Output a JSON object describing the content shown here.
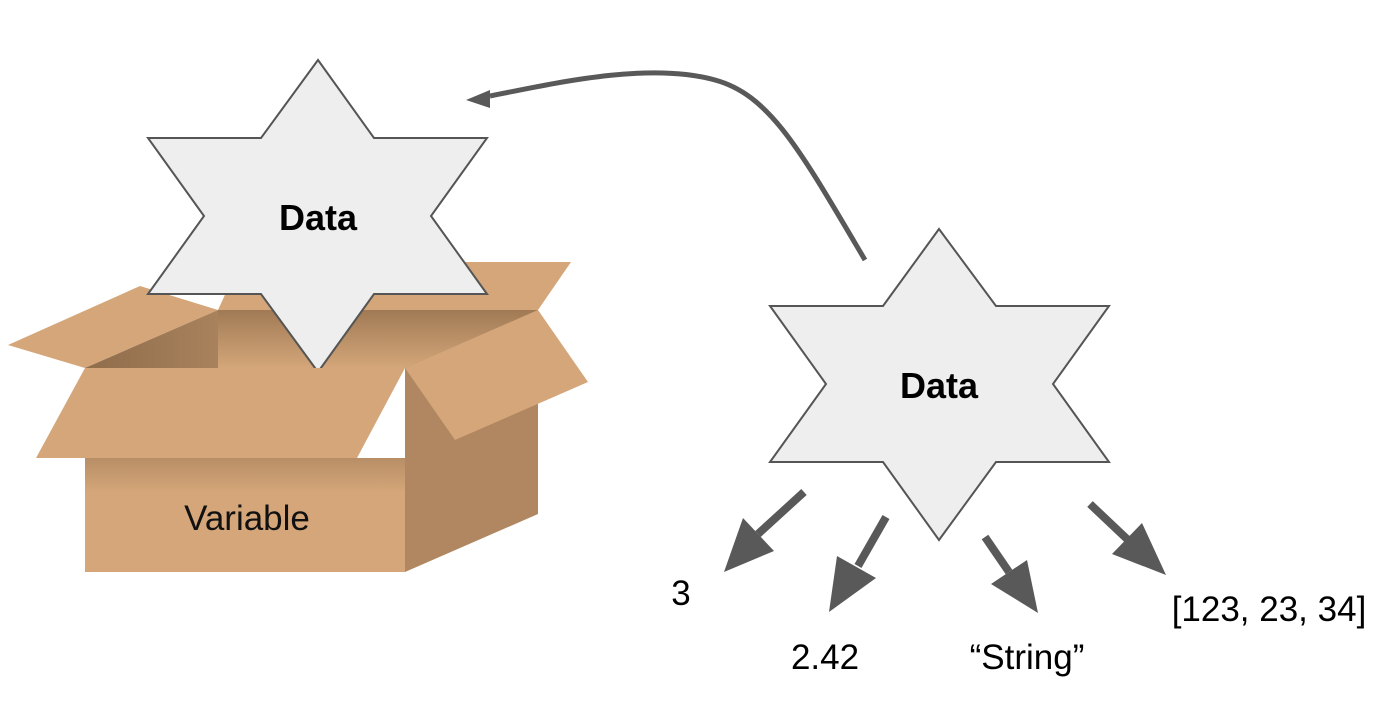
{
  "box": {
    "label": "Variable",
    "colors": {
      "front": "#d4a679",
      "side": "#b08760",
      "inside": "#9b7752"
    }
  },
  "star_in_box": {
    "label": "Data"
  },
  "star_right": {
    "label": "Data"
  },
  "star_color": "#eeeeee",
  "arrow_color": "#595959",
  "values": [
    "3",
    "2.42",
    "“String”",
    "[123, 23, 34]"
  ]
}
